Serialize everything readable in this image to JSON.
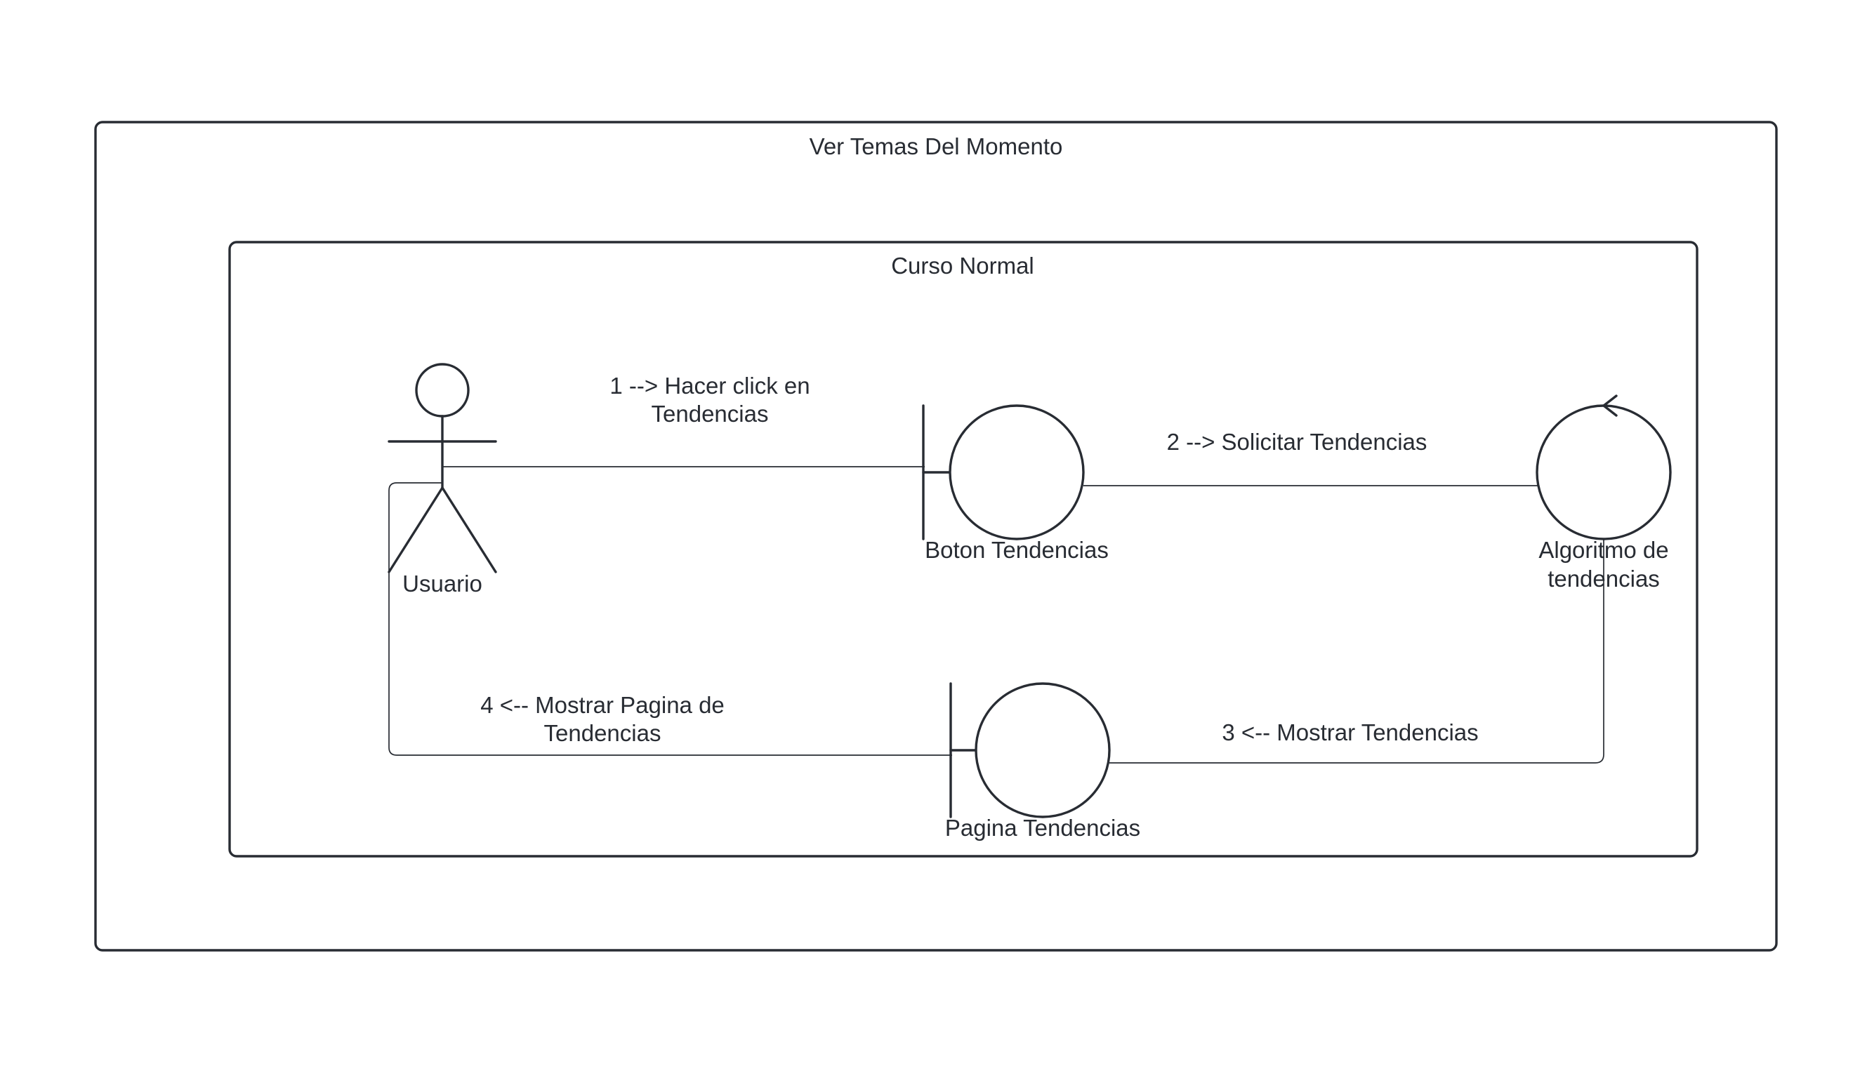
{
  "diagram": {
    "outer_frame_title": "Ver Temas Del Momento",
    "inner_frame_title": "Curso Normal",
    "actor": {
      "label": "Usuario",
      "icon": "stick-figure-actor-icon"
    },
    "boundary_button": {
      "label": "Boton Tendencias",
      "icon": "boundary-object-icon"
    },
    "control": {
      "label_line1": "Algoritmo de",
      "label_line2": "tendencias",
      "icon": "control-object-icon"
    },
    "boundary_page": {
      "label": "Pagina Tendencias",
      "icon": "boundary-object-icon"
    },
    "messages": {
      "m1_line1": "1 --> Hacer click en",
      "m1_line2": "Tendencias",
      "m2": "2 --> Solicitar Tendencias",
      "m3": "3 <-- Mostrar Tendencias",
      "m4_line1": "4 <-- Mostrar Pagina de",
      "m4_line2": "Tendencias"
    },
    "colors": {
      "stroke": "#282c33",
      "text": "#282c33",
      "background": "#ffffff"
    }
  }
}
